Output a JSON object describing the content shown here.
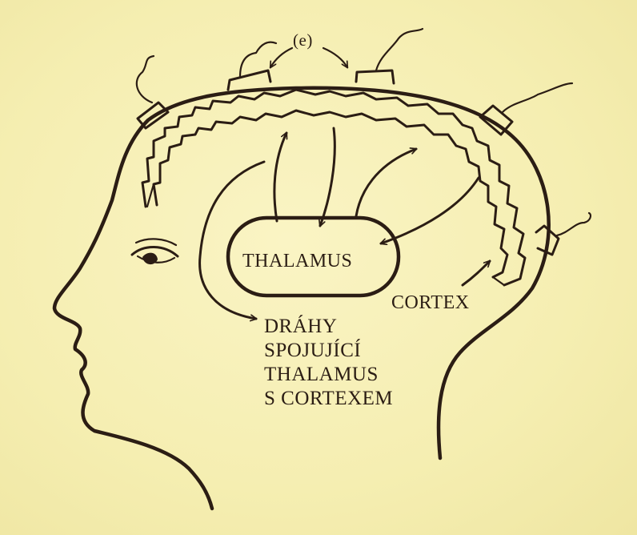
{
  "labels": {
    "thalamus": "THALAMUS",
    "cortex": "CORTEX",
    "electrode": "(e)",
    "pathways": [
      "DRÁHY",
      "SPOJUJÍCÍ",
      "THALAMUS",
      "S CORTEXEM"
    ]
  },
  "colors": {
    "background": "#f7f0b6",
    "ink": "#2b1d14"
  }
}
